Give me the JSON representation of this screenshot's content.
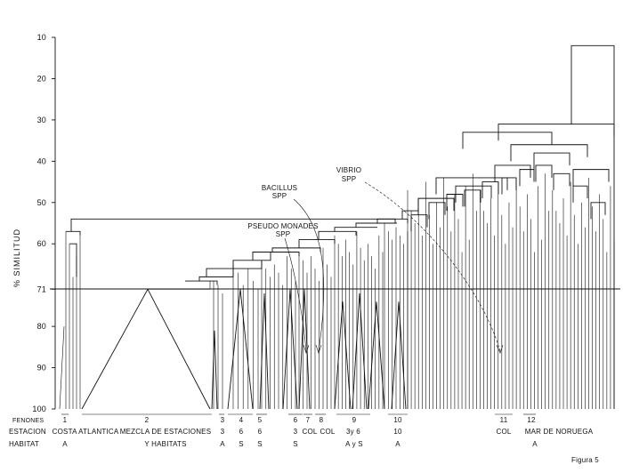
{
  "figure": {
    "axis_title": "% SIMILITUD",
    "y_ticks": [
      10,
      20,
      30,
      40,
      50,
      60,
      71,
      80,
      90,
      100
    ],
    "y_range": [
      10,
      100
    ],
    "cut_line_value": 71,
    "figure_label": "Figura 5",
    "row_headers": {
      "fenones": "FENONES",
      "estacion": "ESTACION",
      "habitat": "HABITAT"
    },
    "fenones": [
      {
        "n": "1",
        "estacion": "COSTA ATLANTICA",
        "habitat": "A"
      },
      {
        "n": "2",
        "estacion": "MEZCLA DE ESTACIONES",
        "habitat": "Y  HABITATS"
      },
      {
        "n": "3",
        "estacion": "3",
        "habitat": "A"
      },
      {
        "n": "4",
        "estacion": "6",
        "habitat": "S"
      },
      {
        "n": "5",
        "estacion": "6",
        "habitat": "S"
      },
      {
        "n": "6",
        "estacion": "3",
        "habitat": "S"
      },
      {
        "n": "7",
        "estacion": "COL",
        "habitat": ""
      },
      {
        "n": "8",
        "estacion": "COL",
        "habitat": ""
      },
      {
        "n": "9",
        "estacion": "3y 6",
        "habitat": "A y S"
      },
      {
        "n": "10",
        "estacion": "10",
        "habitat": "A"
      },
      {
        "n": "11",
        "estacion": "COL",
        "habitat": ""
      },
      {
        "n": "12",
        "estacion": "MAR DE NORUEGA",
        "habitat": "A"
      }
    ],
    "annotations": [
      {
        "line1": "BACILLUS",
        "line2": "SPP"
      },
      {
        "line1": "PSEUDO MONADES",
        "line2": "SPP"
      },
      {
        "line1": "VIBRIO",
        "line2": "SPP"
      }
    ]
  }
}
